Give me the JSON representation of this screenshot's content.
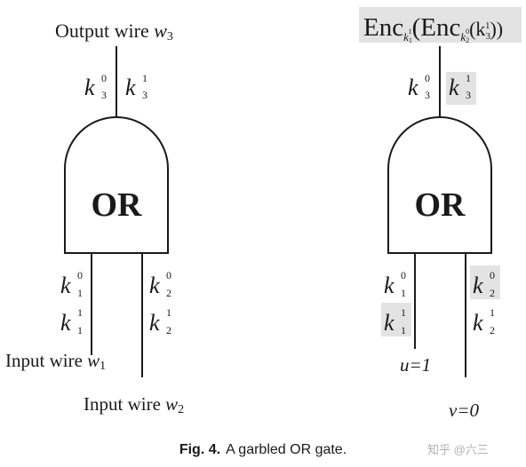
{
  "left": {
    "output_label": "Output wire ",
    "output_var": "w",
    "output_sub": "3",
    "gate_label": "OR",
    "input1_label": "Input wire ",
    "input1_var": "w",
    "input1_sub": "1",
    "input2_label": "Input wire ",
    "input2_var": "w",
    "input2_sub": "2"
  },
  "right": {
    "enc_outer": "Enc",
    "enc_outer_key": "k",
    "enc_outer_key_sub": "1",
    "enc_outer_key_sup": "1",
    "enc_inner": "(Enc",
    "enc_inner_key": "k",
    "enc_inner_key_sub": "2",
    "enc_inner_key_sup": "0",
    "enc_arg": "(k",
    "enc_arg_sub": "3",
    "enc_arg_sup": "1",
    "enc_close": "))",
    "gate_label": "OR",
    "u_assignment": "u=1",
    "v_assignment": "v=0"
  },
  "keys": {
    "k30": {
      "base": "k",
      "sub": "3",
      "sup": "0"
    },
    "k31": {
      "base": "k",
      "sub": "3",
      "sup": "1"
    },
    "k10": {
      "base": "k",
      "sub": "1",
      "sup": "0"
    },
    "k11": {
      "base": "k",
      "sub": "1",
      "sup": "1"
    },
    "k20": {
      "base": "k",
      "sub": "2",
      "sup": "0"
    },
    "k21": {
      "base": "k",
      "sub": "2",
      "sup": "1"
    }
  },
  "caption": {
    "label": "Fig. 4.",
    "text": "A garbled OR gate."
  },
  "watermark": "知乎 @六三",
  "colors": {
    "highlight": "#e3e3e3",
    "ink": "#1a1a1a"
  }
}
